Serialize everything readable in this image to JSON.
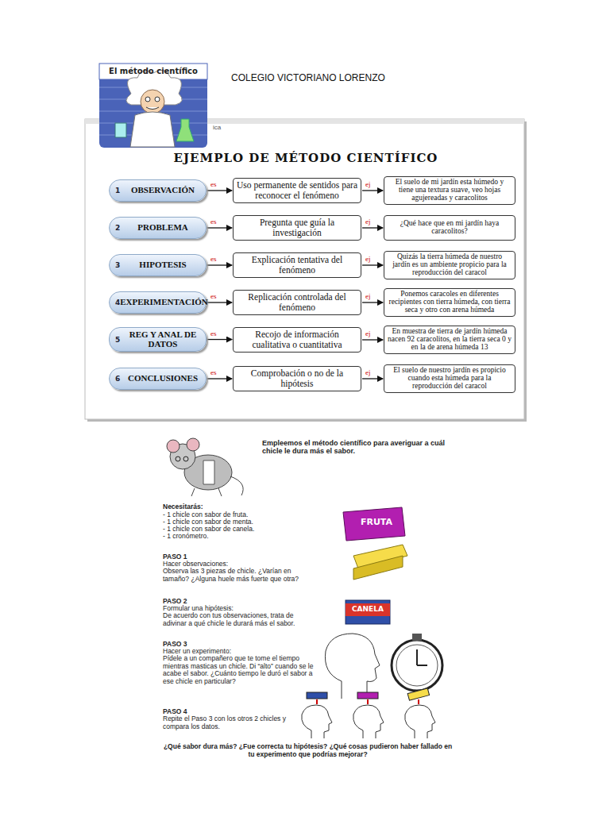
{
  "diagram": {
    "title": "EJEMPLO DE MÉTODO CIENTÍFICO",
    "nodes": [
      {
        "text": [
          "1",
          "OBSERVACIÓN"
        ]
      },
      {
        "text": [
          "Uso permanente de sentidos para reconocer el fenómeno"
        ]
      },
      {
        "text": [
          "El suelo de mi jardín esta húmedo y tiene una textura suave, veo hojas agujereadas y caracolitos"
        ]
      },
      {
        "text": [
          "2",
          "PROBLEMA"
        ]
      },
      {
        "text": [
          "Pregunta que guía la investigación"
        ]
      },
      {
        "text": [
          "¿Qué hace que en mi jardín haya caracolitos?"
        ]
      },
      {
        "text": [
          "3",
          "HIPOTESIS"
        ]
      },
      {
        "text": [
          "Explicación tentativa del fenómeno"
        ]
      },
      {
        "text": [
          "Quizás la tierra húmeda de nuestro jardín es un ambiente propicio para la reproducción del caracol"
        ]
      },
      {
        "text": [
          "4",
          "EXPERIMENTACIÓN"
        ]
      },
      {
        "text": [
          "Replicación controlada del fenómeno"
        ]
      },
      {
        "text": [
          "Ponemos caracoles en diferentes recipientes con tierra húmeda, con tierra seca y otro con arena húmeda"
        ]
      },
      {
        "text": [
          "5",
          "REG Y ANAL DE DATOS"
        ]
      },
      {
        "text": [
          "Recojo de información cualitativa o cuantitativa"
        ]
      },
      {
        "text": [
          "En muestra de tierra de jardín húmeda nacen 92 caracolitos, en la tierra seca 0 y en la de arena húmeda 13"
        ]
      },
      {
        "text": [
          "6",
          "CONCLUSIONES"
        ]
      },
      {
        "text": [
          "Comprobación o no de la hipótesis"
        ]
      },
      {
        "text": [
          "El suelo de nuestro jardín es propicio cuando esta húmeda para la reproducción del caracol"
        ]
      }
    ],
    "edges": [
      {
        "from": 0,
        "to": 1,
        "label": "es",
        "arrow": "to"
      },
      {
        "from": 1,
        "to": 2,
        "label": "ej",
        "arrow": "to"
      },
      {
        "from": 3,
        "to": 4,
        "label": "es",
        "arrow": "to"
      },
      {
        "from": 4,
        "to": 5,
        "label": "ej",
        "arrow": "to"
      },
      {
        "from": 6,
        "to": 7,
        "label": "es",
        "arrow": "to"
      },
      {
        "from": 7,
        "to": 8,
        "label": "ej",
        "arrow": "to"
      },
      {
        "from": 9,
        "to": 10,
        "label": "es",
        "arrow": "to"
      },
      {
        "from": 10,
        "to": 11,
        "label": "ej",
        "arrow": "to"
      },
      {
        "from": 12,
        "to": 13,
        "label": "es",
        "arrow": "to"
      },
      {
        "from": 13,
        "to": 14,
        "label": "ej",
        "arrow": "to"
      },
      {
        "from": 15,
        "to": 16,
        "label": "es",
        "arrow": "to"
      },
      {
        "from": 16,
        "to": 17,
        "label": "ej",
        "arrow": "to"
      }
    ],
    "labels": [
      "El método científico",
      "COLEGIO VICTORIANO LORENZO",
      "ica",
      "Empleemos el método científico para averiguar a cuál chicle le dura más el sabor.",
      "Necesitarás:",
      "- 1 chicle con sabor de fruta.",
      "- 1 chicle con sabor de menta.",
      "- 1 chicle con sabor de canela.",
      "- 1 cronómetro.",
      "PASO 1",
      "Hacer observaciones:",
      "Observa las 3 piezas de chicle. ¿Varían en tamaño? ¿Alguna huele más fuerte que otra?",
      "PASO 2",
      "Formular una hipótesis:",
      "De acuerdo con tus observaciones, trata de adivinar a qué chicle le durará más el sabor.",
      "PASO 3",
      "Hacer un experimento:",
      "Pídele a un compañero que te tome el tiempo mientras masticas un chicle. Di “alto” cuando se le acabe el sabor. ¿Cuánto tiempo le duró el sabor a ese chicle en particular?",
      "PASO 4",
      "Repite el Paso 3 con los otros 2 chicles y compara los datos.",
      "¿Qué sabor dura más? ¿Fue correcta tu hipótesis? ¿Qué cosas pudieron haber fallado en tu experimento que podrías mejorar?",
      "FRUTA",
      "CANELA"
    ]
  }
}
